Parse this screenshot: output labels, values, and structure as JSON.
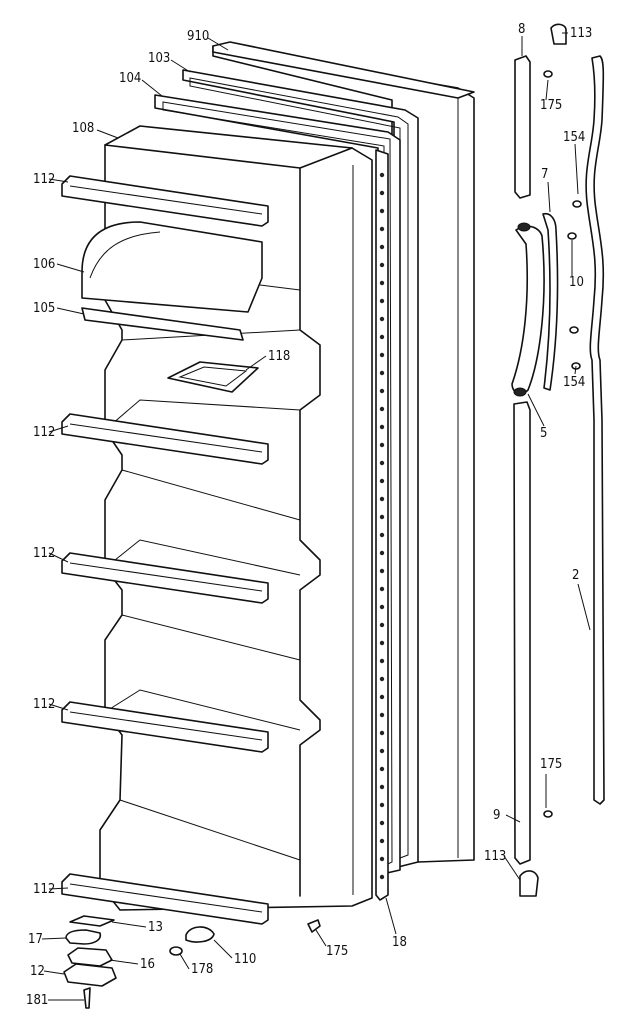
{
  "parts": [
    {
      "key": "p910",
      "label": "910",
      "name": "door-panel"
    },
    {
      "key": "p103",
      "label": "103",
      "name": "door-gasket"
    },
    {
      "key": "p104",
      "label": "104",
      "name": "breaker-strip"
    },
    {
      "key": "p108",
      "label": "108",
      "name": "door-liner"
    },
    {
      "key": "p112a",
      "label": "112",
      "name": "shelf-bar"
    },
    {
      "key": "p106",
      "label": "106",
      "name": "dairy-door"
    },
    {
      "key": "p105",
      "label": "105",
      "name": "dairy-rail"
    },
    {
      "key": "p118",
      "label": "118",
      "name": "egg-tray"
    },
    {
      "key": "p112b",
      "label": "112",
      "name": "shelf-bar"
    },
    {
      "key": "p112c",
      "label": "112",
      "name": "shelf-bar"
    },
    {
      "key": "p112d",
      "label": "112",
      "name": "shelf-bar"
    },
    {
      "key": "p112e",
      "label": "112",
      "name": "shelf-bar"
    },
    {
      "key": "p13",
      "label": "13",
      "name": "hinge-shim"
    },
    {
      "key": "p17",
      "label": "17",
      "name": "hinge-bushing"
    },
    {
      "key": "p16",
      "label": "16",
      "name": "hinge-plate"
    },
    {
      "key": "p12",
      "label": "12",
      "name": "hinge"
    },
    {
      "key": "p181",
      "label": "181",
      "name": "hinge-screw"
    },
    {
      "key": "p110",
      "label": "110",
      "name": "door-stop"
    },
    {
      "key": "p178",
      "label": "178",
      "name": "stop-screw"
    },
    {
      "key": "p175a",
      "label": "175",
      "name": "screw"
    },
    {
      "key": "p18",
      "label": "18",
      "name": "liner-trim"
    },
    {
      "key": "p8",
      "label": "8",
      "name": "upper-handle-trim"
    },
    {
      "key": "p113a",
      "label": "113",
      "name": "end-cap"
    },
    {
      "key": "p175b",
      "label": "175",
      "name": "screw"
    },
    {
      "key": "p154a",
      "label": "154",
      "name": "screw"
    },
    {
      "key": "p7",
      "label": "7",
      "name": "handle-insert"
    },
    {
      "key": "p10",
      "label": "10",
      "name": "screw-set"
    },
    {
      "key": "p154b",
      "label": "154",
      "name": "screw"
    },
    {
      "key": "p5",
      "label": "5",
      "name": "handle"
    },
    {
      "key": "p2",
      "label": "2",
      "name": "door-trim"
    },
    {
      "key": "p175c",
      "label": "175",
      "name": "screw"
    },
    {
      "key": "p9",
      "label": "9",
      "name": "lower-handle-trim"
    },
    {
      "key": "p113b",
      "label": "113",
      "name": "end-cap"
    }
  ]
}
